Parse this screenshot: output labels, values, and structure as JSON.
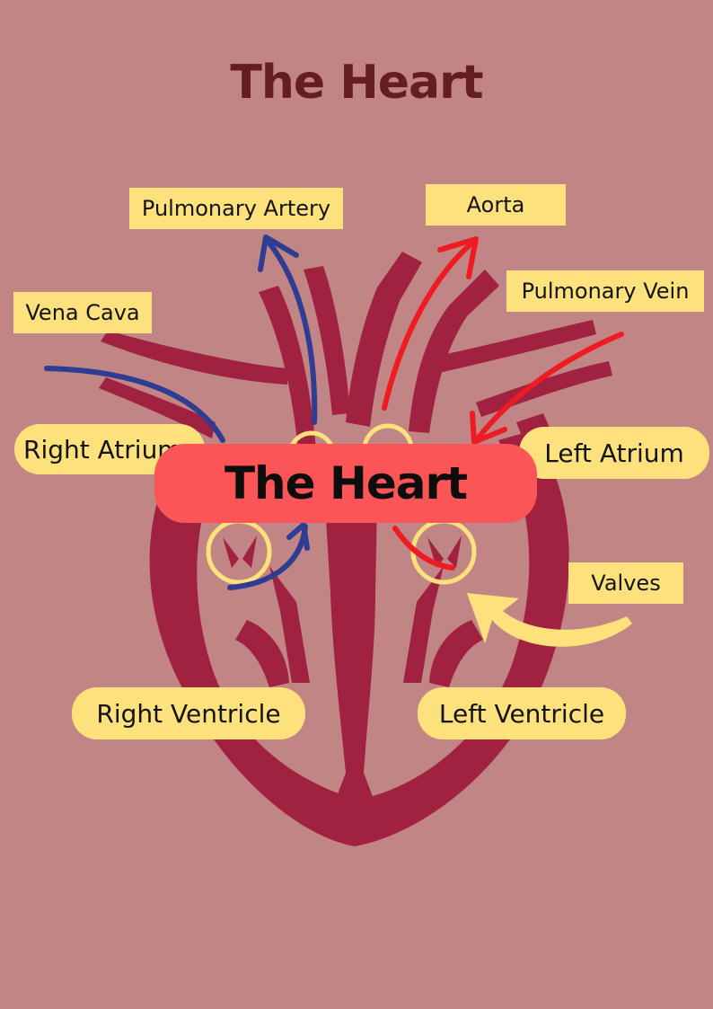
{
  "title": "The Heart",
  "banner": "The Heart",
  "labels": {
    "pulmonary_artery": "Pulmonary Artery",
    "aorta": "Aorta",
    "vena_cava": "Vena Cava",
    "pulmonary_vein": "Pulmonary Vein",
    "right_atrium": "Right Atrium",
    "left_atrium": "Left Atrium",
    "valves": "Valves",
    "right_ventricle": "Right Ventricle",
    "left_ventricle": "Left Ventricle"
  },
  "colors": {
    "background": "#c08584",
    "heart": "#a12140",
    "title": "#641d22",
    "label_fill": "#fde17c",
    "banner_fill": "#fb5558",
    "deoxygenated_flow": "#2e3c91",
    "oxygenated_flow": "#ee1c22",
    "valve_ring": "#fde17c"
  }
}
